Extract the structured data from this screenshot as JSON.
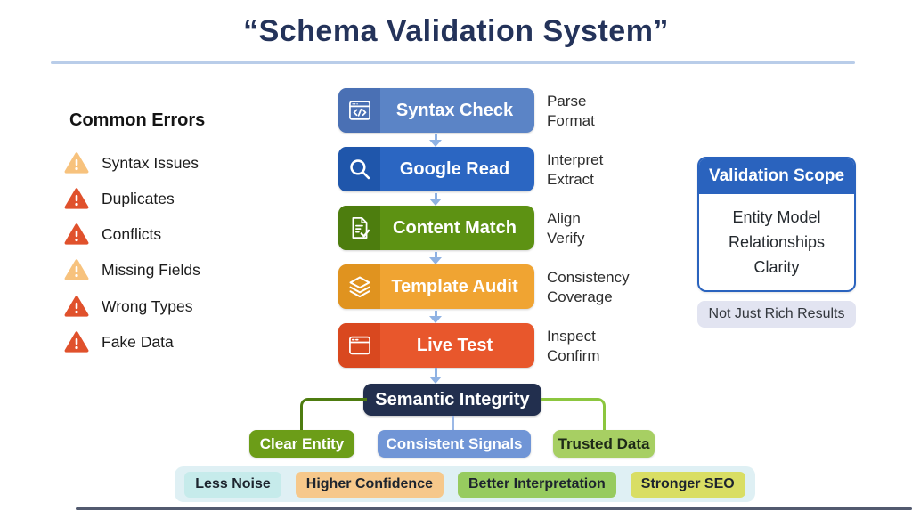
{
  "title": "“Schema Validation System”",
  "common_errors": {
    "heading": "Common Errors",
    "items": [
      {
        "label": "Syntax Issues",
        "severity": "warning",
        "color": "#f7c27d"
      },
      {
        "label": "Duplicates",
        "severity": "error",
        "color": "#e0512c"
      },
      {
        "label": "Conflicts",
        "severity": "error",
        "color": "#e0512c"
      },
      {
        "label": "Missing Fields",
        "severity": "warning",
        "color": "#f7c27d"
      },
      {
        "label": "Wrong Types",
        "severity": "error",
        "color": "#e0512c"
      },
      {
        "label": "Fake Data",
        "severity": "error",
        "color": "#e0512c"
      }
    ]
  },
  "pipeline": {
    "steps": [
      {
        "label": "Syntax Check",
        "icon": "code-window-icon",
        "color": "#5b84c6",
        "icon_bg": "#4a70b4",
        "side_lines": [
          "Parse",
          "Format"
        ]
      },
      {
        "label": "Google Read",
        "icon": "magnifier-icon",
        "color": "#2b66c2",
        "icon_bg": "#1f56ab",
        "side_lines": [
          "Interpret",
          "Extract"
        ]
      },
      {
        "label": "Content Match",
        "icon": "document-check-icon",
        "color": "#5d9213",
        "icon_bg": "#4d7d0e",
        "side_lines": [
          "Align",
          "Verify"
        ]
      },
      {
        "label": "Template Audit",
        "icon": "layers-icon",
        "color": "#f0a432",
        "icon_bg": "#e0931f",
        "side_lines": [
          "Consistency",
          "Coverage"
        ]
      },
      {
        "label": "Live Test",
        "icon": "browser-icon",
        "color": "#e8572c",
        "icon_bg": "#d9481f",
        "side_lines": [
          "Inspect",
          "Confirm"
        ]
      }
    ],
    "result_label": "Semantic Integrity",
    "result_color": "#222f4e",
    "branches": [
      {
        "label": "Clear Entity",
        "bg": "#6c9d18",
        "text": "#ffffff"
      },
      {
        "label": "Consistent Signals",
        "bg": "#7095d6",
        "text": "#ffffff"
      },
      {
        "label": "Trusted Data",
        "bg": "#a7cf63",
        "text": "#1e2a18"
      }
    ],
    "outcomes": [
      {
        "label": "Less Noise",
        "bg": "#c6ebeb"
      },
      {
        "label": "Higher Confidence",
        "bg": "#f6c88b"
      },
      {
        "label": "Better Interpretation",
        "bg": "#97cb5f"
      },
      {
        "label": "Stronger SEO",
        "bg": "#d9de64"
      }
    ]
  },
  "validation_scope": {
    "heading": "Validation Scope",
    "items": [
      "Entity Model",
      "Relationships",
      "Clarity"
    ],
    "note": "Not Just Rich Results",
    "header_color": "#2a63be"
  },
  "colors": {
    "title_text": "#24335a",
    "title_rule": "#b9cde9",
    "arrow": "#8fb2e3",
    "elbow_left": "#4e7c10",
    "elbow_right": "#8cc63f",
    "outcome_strip_bg": "#dff0f4",
    "scope_note_bg": "#e2e4f1",
    "warning_triangle": "#f7c27d",
    "error_triangle": "#e0512c"
  }
}
